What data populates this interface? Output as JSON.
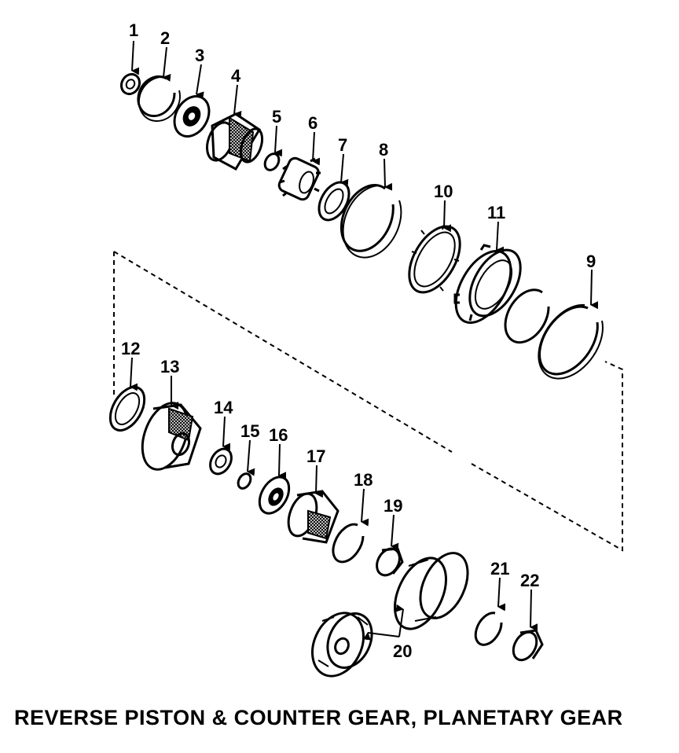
{
  "caption": "REVERSE PISTON & COUNTER GEAR, PLANETARY GEAR",
  "callouts": [
    "1",
    "2",
    "3",
    "4",
    "5",
    "6",
    "7",
    "8",
    "9",
    "10",
    "11",
    "12",
    "13",
    "14",
    "15",
    "16",
    "17",
    "18",
    "19",
    "20",
    "21",
    "22"
  ]
}
